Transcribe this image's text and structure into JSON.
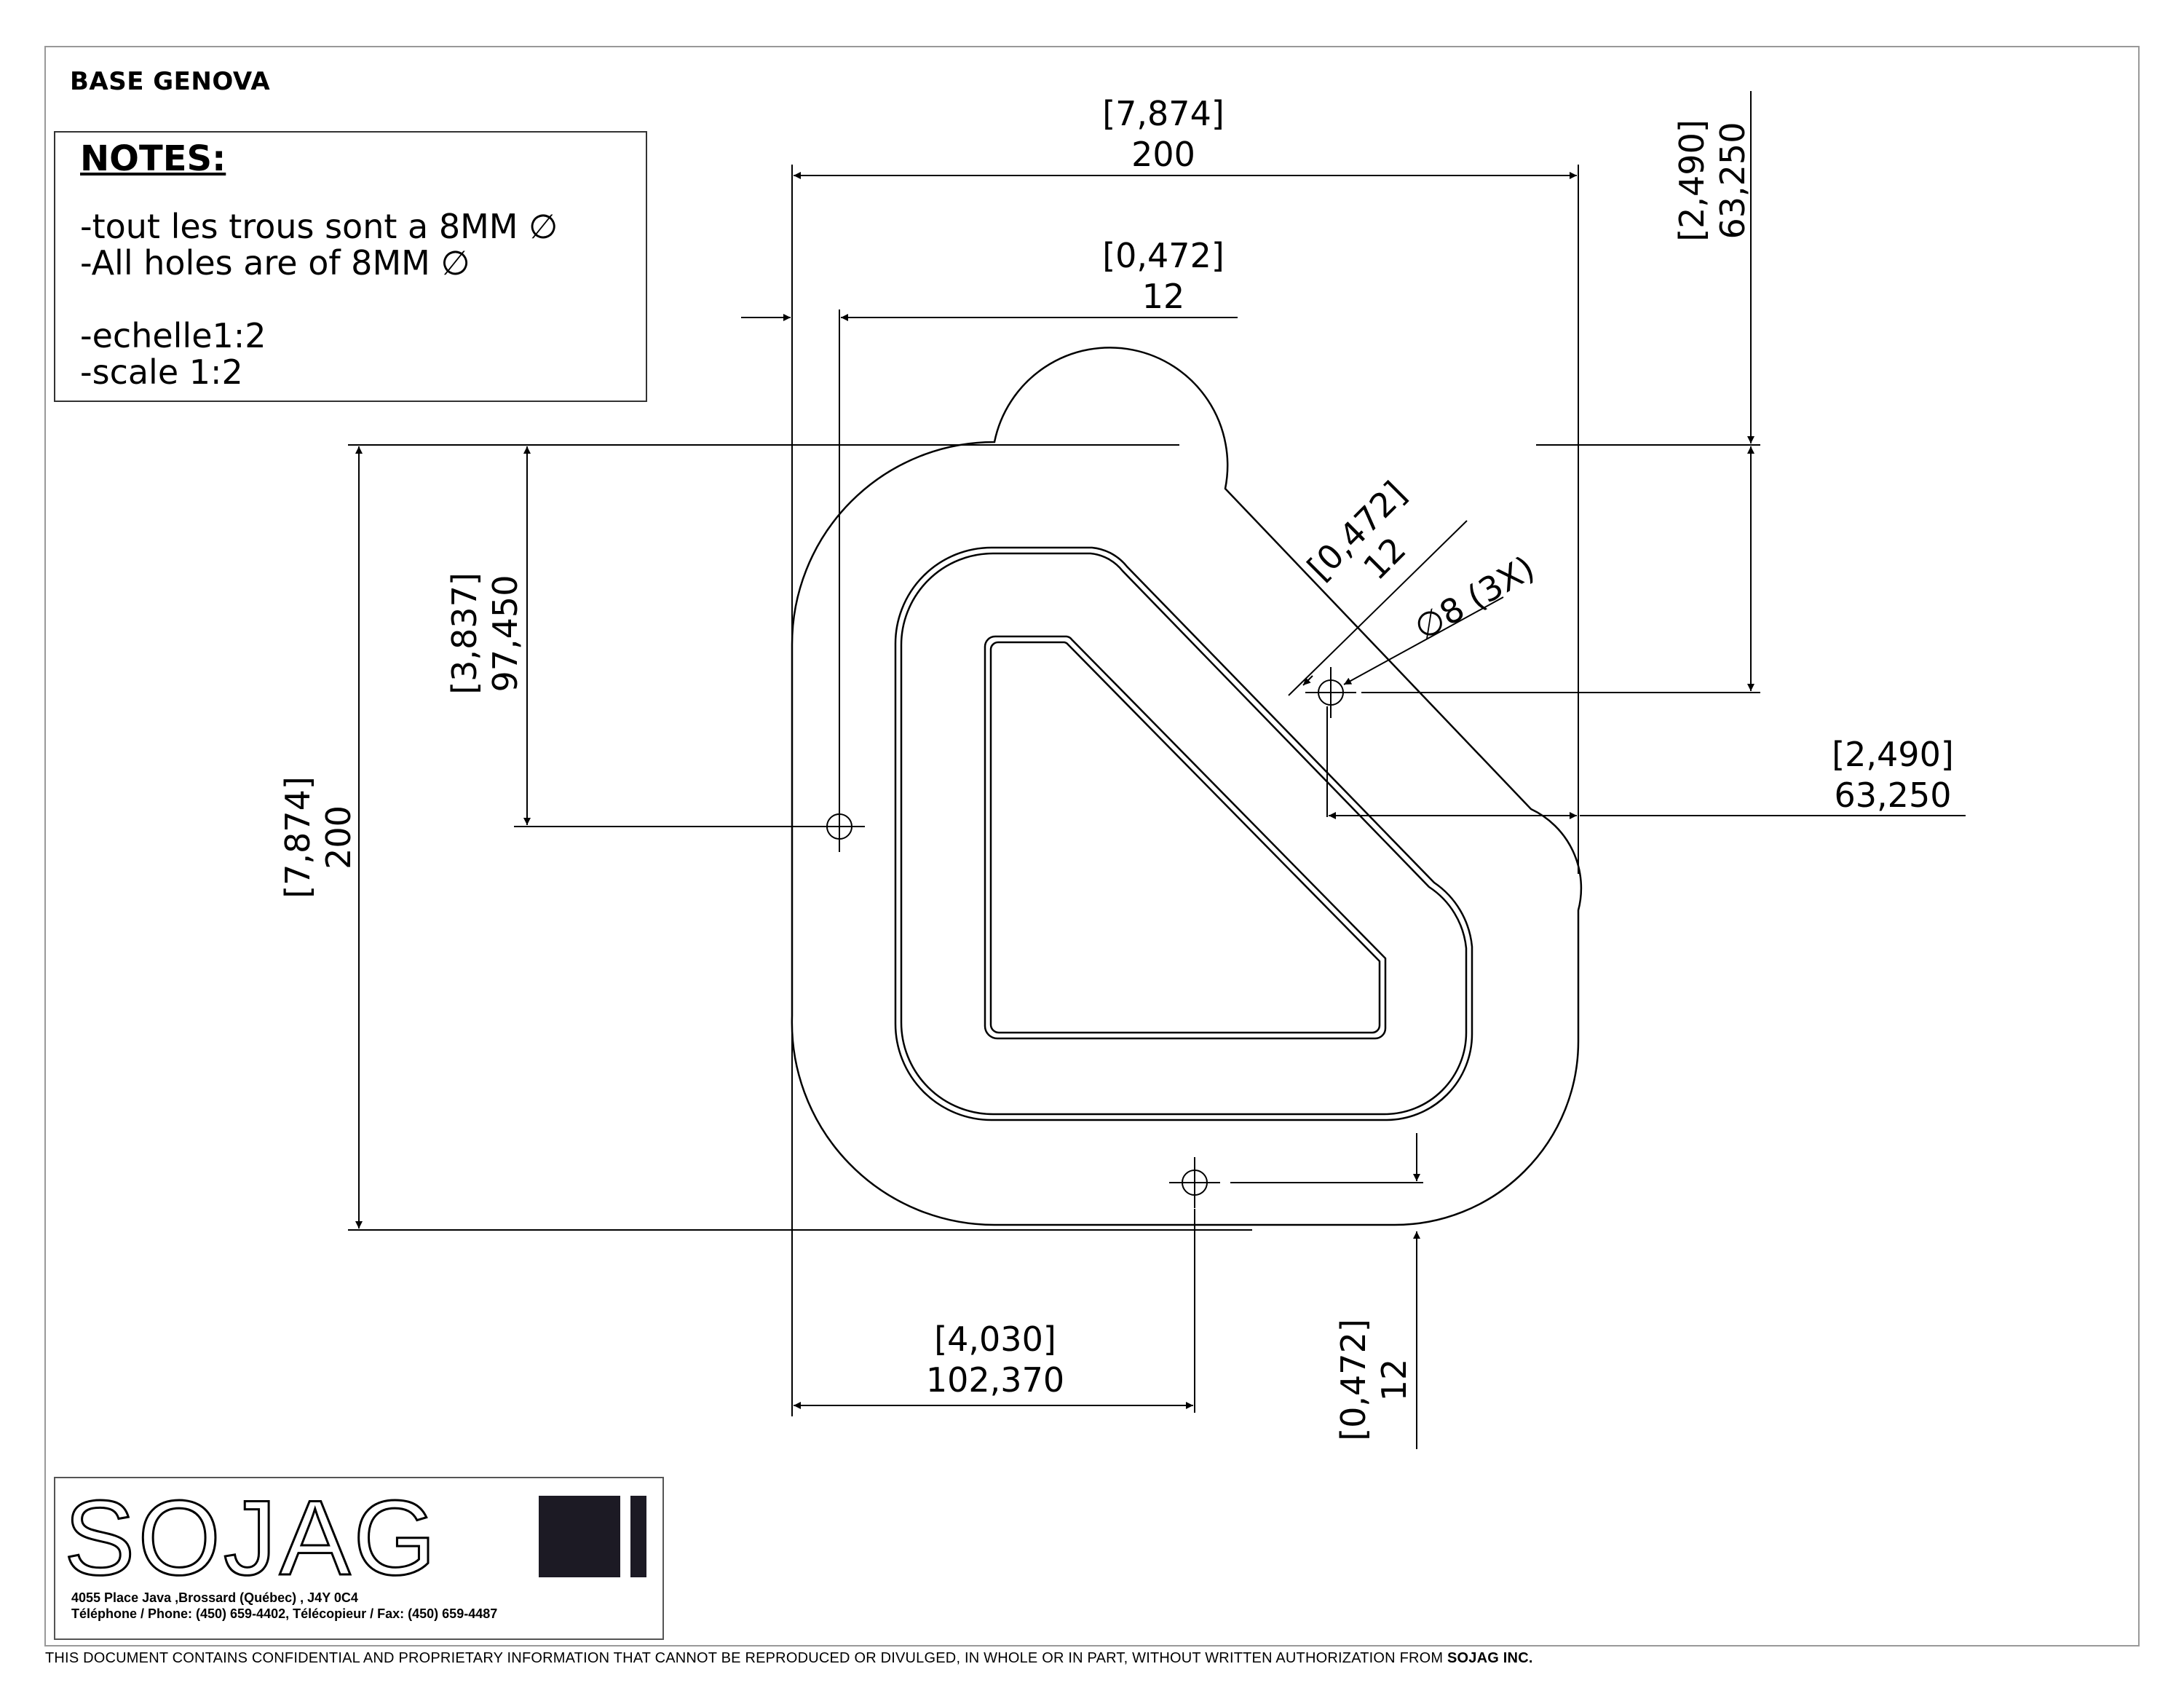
{
  "title": "BASE GENOVA",
  "notes": {
    "heading": "NOTES:",
    "line1": "-tout les trous sont a 8MM ∅",
    "line2": "-All holes are of 8MM ∅",
    "line3": "-echelle1:2",
    "line4": "-scale 1:2"
  },
  "dimensions": {
    "width_top": {
      "inch": "[7,874]",
      "mm": "200"
    },
    "offset_12_top": {
      "inch": "[0,472]",
      "mm": "12"
    },
    "right_height": {
      "inch": "[2,490]",
      "mm": "63,250"
    },
    "right_horizontal": {
      "inch": "[2,490]",
      "mm": "63,250"
    },
    "left_height": {
      "inch": "[7,874]",
      "mm": "200"
    },
    "hole_height": {
      "inch": "[3,837]",
      "mm": "97,450"
    },
    "diag_offset": {
      "inch": "[0,472]",
      "mm": "12"
    },
    "hole_callout": "∅8 (3X)",
    "bottom_width": {
      "inch": "[4,030]",
      "mm": "102,370"
    },
    "bottom_offset": {
      "inch": "[0,472]",
      "mm": "12"
    }
  },
  "logo": {
    "name": "SOJAG",
    "address": "4055 Place Java ,Brossard (Québec) , J4Y 0C4",
    "phone": "Téléphone / Phone: (450) 659-4402, Télécopieur / Fax: (450) 659-4487"
  },
  "footer": {
    "text": "THIS DOCUMENT CONTAINS CONFIDENTIAL AND PROPRIETARY INFORMATION THAT CANNOT BE REPRODUCED OR DIVULGED, IN WHOLE OR IN PART, WITHOUT WRITTEN AUTHORIZATION FROM ",
    "company": "SOJAG INC."
  },
  "colors": {
    "line": "#000000",
    "frame": "#999999"
  }
}
